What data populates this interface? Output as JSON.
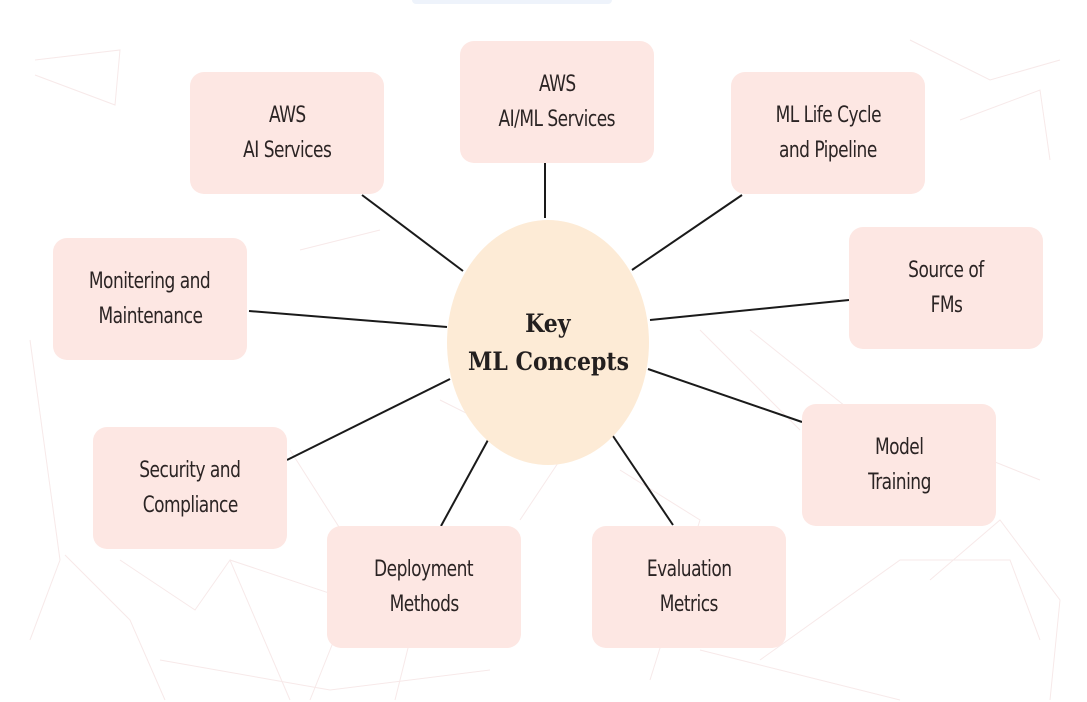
{
  "diagram": {
    "type": "mind-map",
    "center": {
      "lines": [
        "Key",
        "ML Concepts"
      ],
      "fill": "#fdebd6"
    },
    "node_fill": "#fde7e3",
    "connector_color": "#1a1a1a",
    "nodes": [
      {
        "id": "aws-aiml-services",
        "lines": [
          "AWS",
          "AI/ML Services"
        ]
      },
      {
        "id": "ml-life-cycle",
        "lines": [
          "ML Life Cycle",
          "and Pipeline"
        ]
      },
      {
        "id": "source-of-fms",
        "lines": [
          "Source of",
          "FMs"
        ]
      },
      {
        "id": "model-training",
        "lines": [
          "Model",
          "Training"
        ]
      },
      {
        "id": "evaluation-metrics",
        "lines": [
          "Evaluation",
          "Metrics"
        ]
      },
      {
        "id": "deployment-methods",
        "lines": [
          "Deployment",
          "Methods"
        ]
      },
      {
        "id": "security-compliance",
        "lines": [
          "Security and",
          "Compliance"
        ]
      },
      {
        "id": "monitoring-maintenance",
        "lines": [
          "Monitering and",
          "Maintenance"
        ]
      },
      {
        "id": "aws-ai-services",
        "lines": [
          "AWS",
          "AI Services"
        ]
      }
    ]
  }
}
